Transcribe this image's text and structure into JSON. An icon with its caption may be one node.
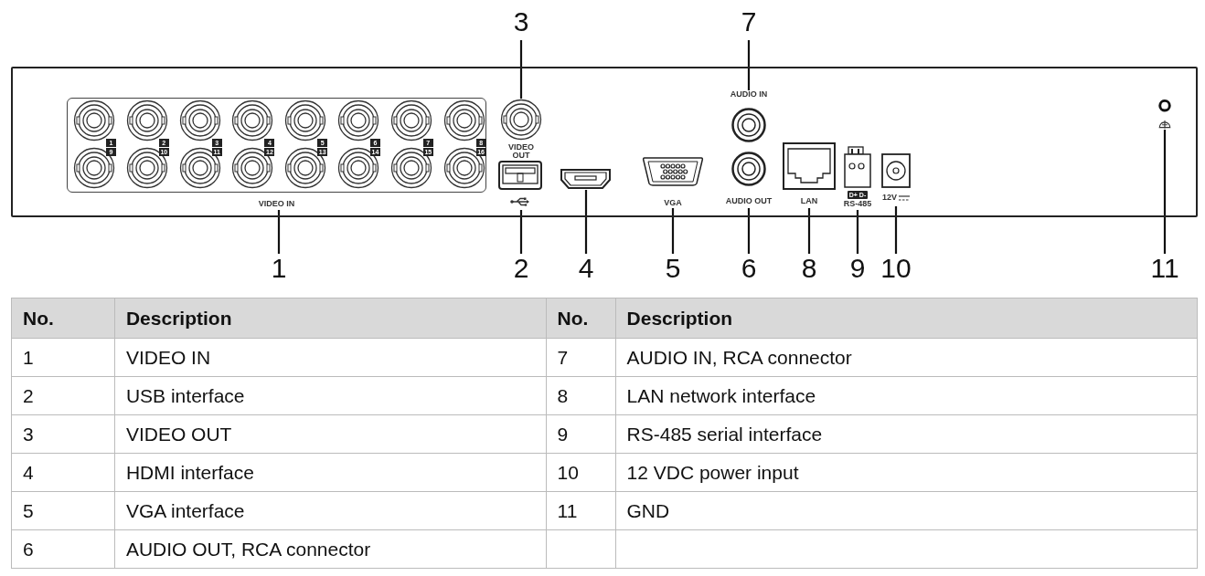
{
  "diagram": {
    "nodes": [
      {
        "text": [],
        "shape": "box"
      },
      {
        "text": [
          "VIDEO IN"
        ],
        "in": 0
      },
      {
        "text": [
          "VIDEO OUT"
        ],
        "in": 0
      },
      {
        "text": [],
        "shape": "box",
        "in": 0
      },
      {
        "text": [],
        "shape": "box",
        "in": 0
      },
      {
        "text": [
          "VGA"
        ],
        "in": 0
      },
      {
        "text": [
          "AUDIO IN"
        ],
        "in": 0
      },
      {
        "text": [
          "AUDIO OUT"
        ],
        "in": 0
      },
      {
        "text": [
          "LAN"
        ],
        "in": 0
      },
      {
        "text": [
          "D+ D-",
          "RS-485"
        ],
        "in": 0
      },
      {
        "text": [
          "12V"
        ],
        "in": 0
      },
      {
        "text": [],
        "shape": "circle",
        "in": 0
      },
      {
        "text": [
          "1"
        ]
      },
      {
        "text": [
          "2"
        ]
      },
      {
        "text": [
          "3"
        ]
      },
      {
        "text": [
          "4"
        ]
      },
      {
        "text": [
          "5"
        ]
      },
      {
        "text": [
          "6"
        ]
      },
      {
        "text": [
          "7"
        ]
      },
      {
        "text": [
          "8"
        ]
      },
      {
        "text": [
          "9"
        ]
      },
      {
        "text": [
          "10"
        ]
      },
      {
        "text": [
          "11"
        ]
      }
    ],
    "edges": [
      {
        "from": 12,
        "to": 1,
        "arrow": "none"
      },
      {
        "from": 13,
        "to": 3,
        "arrow": "none"
      },
      {
        "from": 14,
        "to": 2,
        "arrow": "none"
      },
      {
        "from": 15,
        "to": 4,
        "arrow": "none"
      },
      {
        "from": 16,
        "to": 5,
        "arrow": "none"
      },
      {
        "from": 17,
        "to": 7,
        "arrow": "none"
      },
      {
        "from": 18,
        "to": 6,
        "arrow": "none"
      },
      {
        "from": 19,
        "to": 8,
        "arrow": "none"
      },
      {
        "from": 20,
        "to": 9,
        "arrow": "none"
      },
      {
        "from": 21,
        "to": 10,
        "arrow": "none"
      },
      {
        "from": 22,
        "to": 11,
        "arrow": "none"
      }
    ],
    "labels": [
      "1",
      "2",
      "3",
      "4",
      "5",
      "6",
      "7",
      "8",
      "9",
      "10",
      "11",
      "12",
      "13",
      "14",
      "15",
      "16",
      "No.",
      "Description",
      "No.",
      "Description",
      "1",
      "VIDEO IN",
      "7",
      "AUDIO IN, RCA connector",
      "2",
      "USB interface",
      "8",
      "LAN network interface",
      "3",
      "VIDEO OUT",
      "9",
      "RS-485 serial interface",
      "4",
      "HDMI interface",
      "10",
      "12 VDC power input",
      "5",
      "VGA interface",
      "11",
      "GND",
      "6",
      "AUDIO OUT, RCA connector"
    ]
  }
}
